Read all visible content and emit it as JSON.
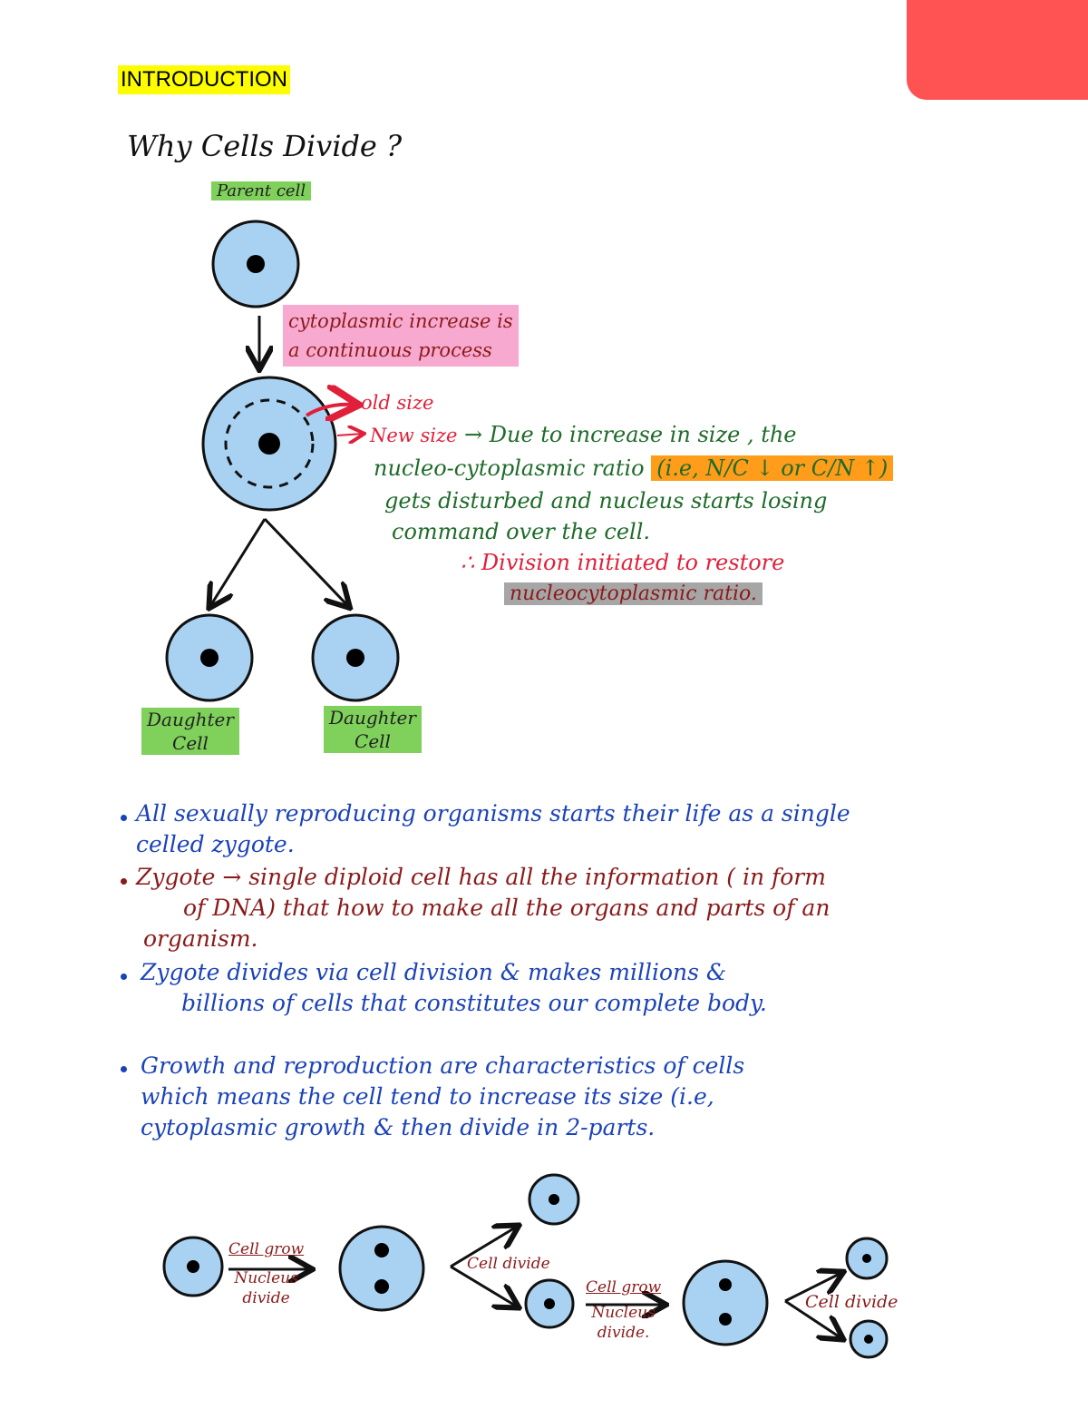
{
  "heading": "INTRODUCTION",
  "title": "Why Cells Divide ?",
  "labels": {
    "parent_cell": "Parent cell",
    "cytoplasm_line1": "cytoplasmic increase is",
    "cytoplasm_line2": "a continuous process",
    "old_size": "old size",
    "new_size": "New size",
    "daughter1_line1": "Daughter",
    "daughter1_line2": "Cell",
    "daughter2_line1": "Daughter",
    "daughter2_line2": "Cell"
  },
  "explanation": {
    "line1": "→ Due to increase in size , the",
    "line2_text": "nucleo-cytoplasmic ratio",
    "line2_highlight": "(i.e, N/C ↓ or C/N ↑)",
    "line3": "gets disturbed and nucleus starts losing",
    "line4": "command over the cell.",
    "conclusion_line1": "∴ Division initiated to restore",
    "conclusion_line2": "nucleocytoplasmic ratio."
  },
  "points": [
    {
      "line1": "All sexually reproducing organisms starts their life as a single",
      "line2": "celled zygote.",
      "line3": ""
    },
    {
      "line1": "Zygote → single diploid cell has all the information ( in form",
      "line2": "of DNA) that how to make all the organs and parts of an",
      "line3": "organism."
    },
    {
      "line1": "Zygote divides via cell division & makes millions &",
      "line2": "billions of cells that constitutes our complete body.",
      "line3": ""
    },
    {
      "line1": "Growth and reproduction are characteristics of cells",
      "line2": "which means the cell tend to increase its size (i.e,",
      "line3": "cytoplasmic growth & then divide in 2-parts."
    }
  ],
  "bottom_diagram": {
    "step1_line1": "Cell grow",
    "step1_line2": "Nucleus",
    "step1_line3": "divide",
    "step2": "Cell divide",
    "step3_line1": "Cell grow",
    "step3_line2": "Nucleus",
    "step3_line3": "divide.",
    "step4": "Cell divide"
  },
  "colors": {
    "cell_fill": "#a9d2f2",
    "highlight_green": "#7fd15b",
    "highlight_pink": "#f7a9cf",
    "highlight_orange": "#ff9c1a",
    "highlight_grey": "#a6a6a6",
    "heading_yellow": "#fdfd00",
    "corner_tab": "#fe5352"
  }
}
